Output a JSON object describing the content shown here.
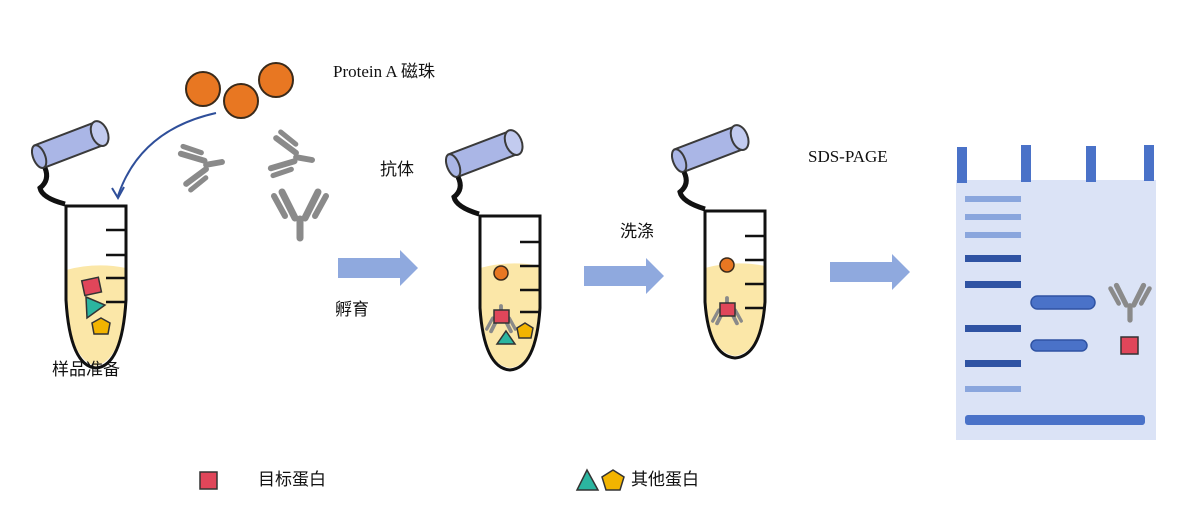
{
  "labels": {
    "beads": "Protein A 磁珠",
    "antibody": "抗体",
    "sample_prep": "样品准备",
    "incubation": "孵育",
    "wash": "洗涤",
    "sds_page": "SDS-PAGE"
  },
  "legend": {
    "target": "目标蛋白",
    "other": "其他蛋白"
  },
  "colors": {
    "bead": "#e87722",
    "antibody": "#8a8a8a",
    "target_protein": "#e0465a",
    "triangle_protein": "#2bb5a0",
    "pentagon_protein": "#f2b400",
    "tube_liquid": "#fbe7a8",
    "tube_cap": "#aab6e6",
    "process_arrow": "#8fa9de",
    "gel_background": "#dbe3f6",
    "gel_band_dark": "#2f53a3",
    "gel_band_light": "#8aa6dd"
  }
}
